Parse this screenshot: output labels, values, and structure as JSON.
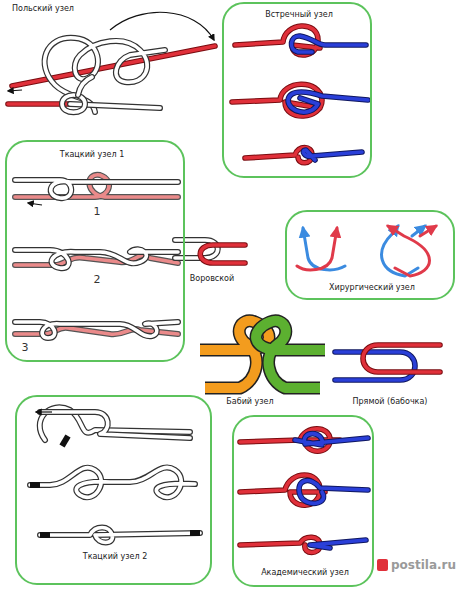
{
  "diagram": {
    "nodes": [
      {
        "text": [
          "Встречный узел"
        ]
      },
      {
        "text": [
          "Ткацкий узел 1",
          "1",
          "2",
          "3"
        ]
      },
      {
        "text": [
          "Хирургический узел"
        ]
      },
      {
        "text": [
          "Ткацкий узел 2"
        ]
      },
      {
        "text": [
          "Академический узел"
        ]
      }
    ],
    "labels": [
      "Польский узел",
      "Воровской",
      "Бабий узел",
      "Прямой (бабочка)",
      "postila.ru"
    ]
  }
}
